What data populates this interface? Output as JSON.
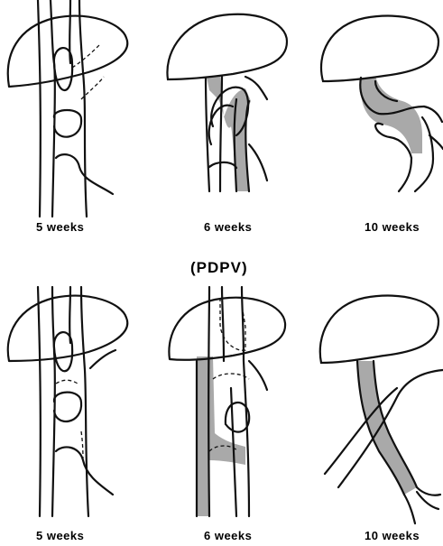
{
  "rows": [
    {
      "header": "",
      "panels": [
        {
          "label": "5 weeks"
        },
        {
          "label": "6 weeks"
        },
        {
          "label": "10 weeks"
        }
      ]
    },
    {
      "header": "(PDPV)",
      "panels": [
        {
          "label": "5 weeks"
        },
        {
          "label": "6 weeks"
        },
        {
          "label": "10 weeks"
        }
      ]
    }
  ]
}
